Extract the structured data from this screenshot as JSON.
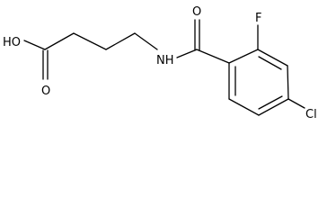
{
  "molecule": {
    "atoms": {
      "hydroxyl": "HO",
      "acid_oxygen": "O",
      "amide_nitrogen": "NH",
      "amide_oxygen": "O",
      "fluorine": "F",
      "chlorine": "Cl"
    },
    "colors": {
      "bond": "#000000",
      "label": "#000000",
      "background": "#ffffff"
    }
  }
}
